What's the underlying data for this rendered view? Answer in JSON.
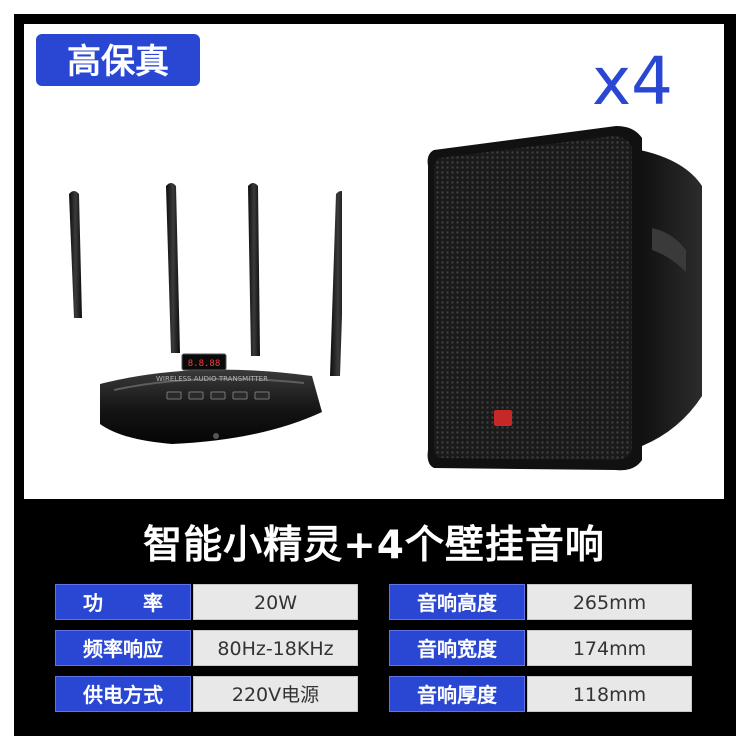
{
  "badge": {
    "text": "高保真"
  },
  "quantity": {
    "text": "x4"
  },
  "product": {
    "title": "智能小精灵+4个壁挂音响"
  },
  "specs": {
    "left": [
      {
        "label": "功　　率",
        "value": "20W"
      },
      {
        "label": "频率响应",
        "value": "80Hz-18KHz"
      },
      {
        "label": "供电方式",
        "value": "220V电源"
      }
    ],
    "right": [
      {
        "label": "音响高度",
        "value": "265mm"
      },
      {
        "label": "音响宽度",
        "value": "174mm"
      },
      {
        "label": "音响厚度",
        "value": "118mm"
      }
    ]
  },
  "colors": {
    "accent": "#2a47d3",
    "frame": "#000000",
    "value_bg": "#e8e8e8"
  },
  "images": {
    "transmitter": {
      "brand_text": "WIRELESS AUDIO TRANSMITTER",
      "display_text": "8.8.88"
    }
  }
}
